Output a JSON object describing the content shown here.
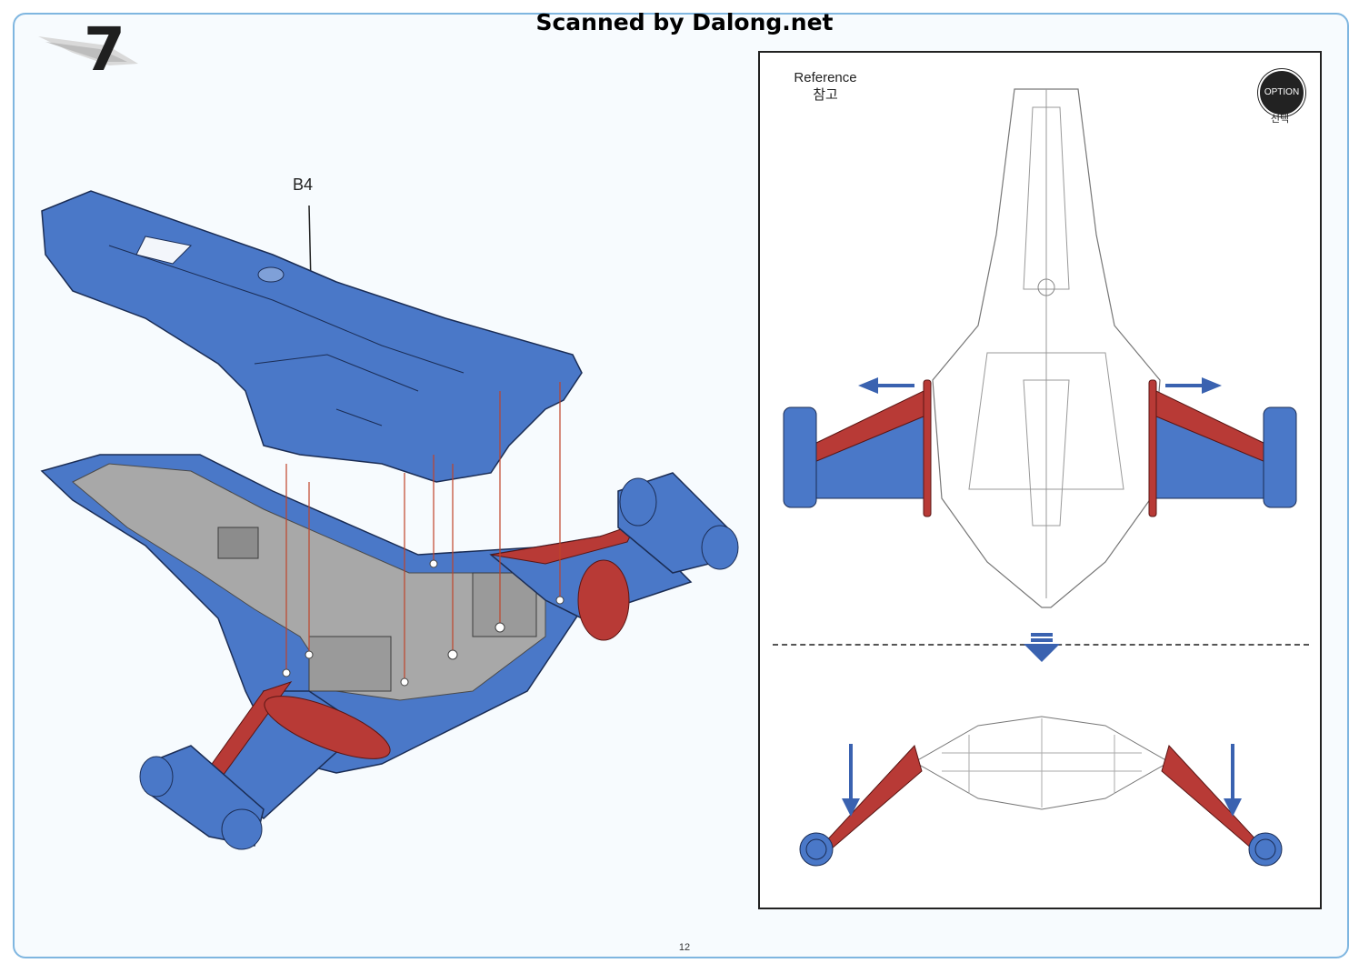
{
  "watermark": "Scanned by Dalong.net",
  "step": {
    "number": "7"
  },
  "main": {
    "part_label": "B4"
  },
  "reference": {
    "title_en": "Reference",
    "title_ko": "참고",
    "option_label": "OPTION",
    "option_sub": "선택"
  },
  "page_number": "12",
  "colors": {
    "part_blue": "#4a78c8",
    "part_red": "#b83a36",
    "part_grey": "#a8a8a8",
    "arrow_blue": "#3a62b0",
    "frame_blue": "#7fb6e0"
  },
  "icons": [
    "step-jet-icon",
    "option-badge-icon",
    "down-arrow-icon"
  ]
}
